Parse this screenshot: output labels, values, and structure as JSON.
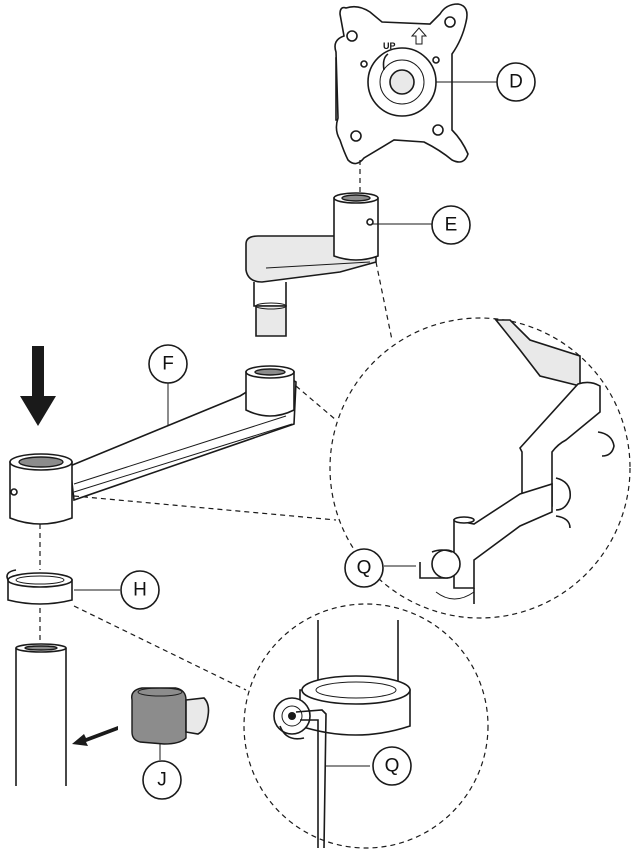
{
  "callouts": {
    "D": "D",
    "E": "E",
    "F": "F",
    "H": "H",
    "J": "J",
    "Q_upper": "Q",
    "Q_lower": "Q"
  },
  "plate_label": "UP",
  "icons": {
    "press_direction": "down-arrow-icon",
    "pull_direction": "left-arrow-icon",
    "up_indicator": "up-arrow-icon",
    "rotation": "rotate-arrow-icon"
  }
}
